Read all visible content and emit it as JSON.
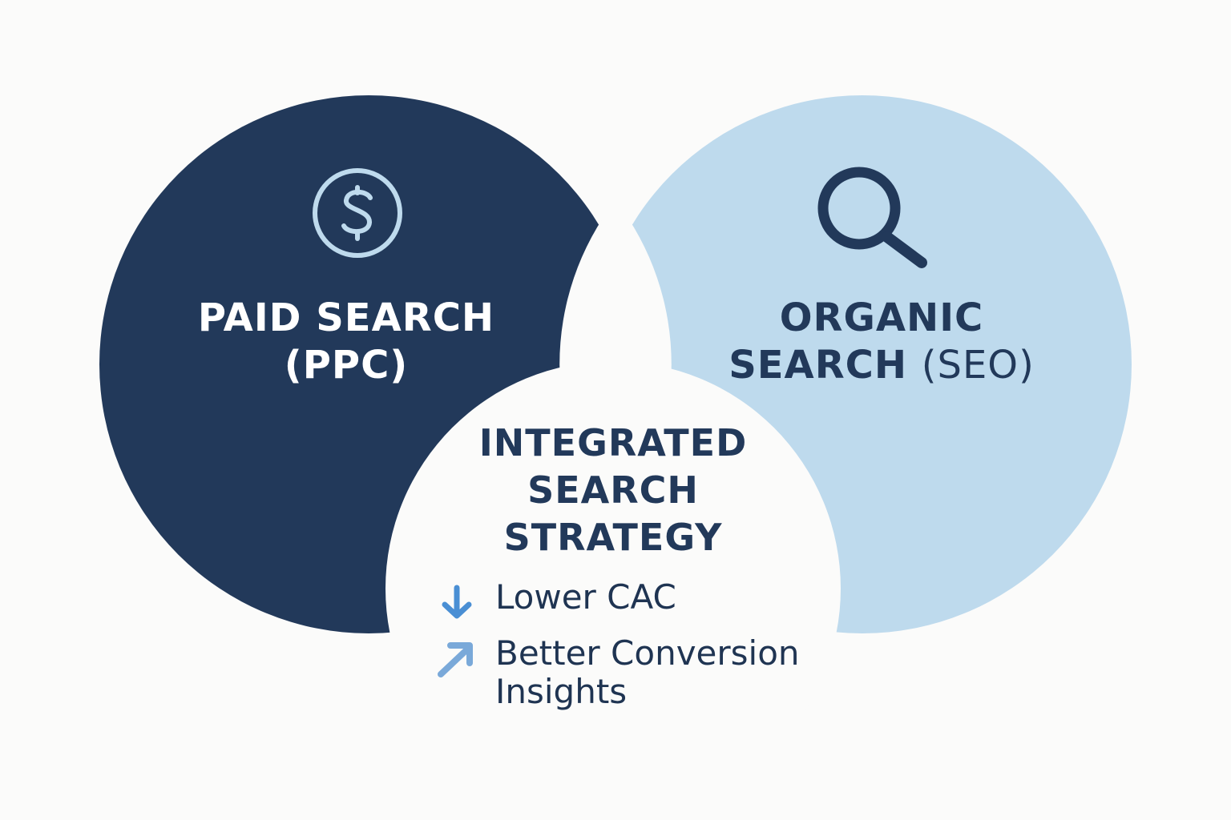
{
  "diagram": {
    "type": "venn",
    "background_color": "#fbfbfa",
    "left_circle": {
      "title_line1": "PAID SEARCH",
      "title_line2": "(PPC)",
      "icon": "dollar-circle-icon",
      "fill_color": "#22395a",
      "text_color": "#ffffff",
      "icon_color": "#bedaed"
    },
    "right_circle": {
      "title_line1": "ORGANIC",
      "title_line2_bold": "SEARCH",
      "title_line2_paren": "(SEO)",
      "icon": "magnifying-glass-icon",
      "fill_color": "#bedaed",
      "text_color": "#22395a",
      "icon_color": "#22395a"
    },
    "overlap": {
      "title_line1": "INTEGRATED",
      "title_line2": "SEARCH",
      "title_line3": "STRATEGY",
      "fill_color": "#fbfbfa",
      "text_color": "#22395a",
      "benefits": [
        {
          "icon": "arrow-down-icon",
          "icon_color": "#4a8fd4",
          "text": "Lower CAC"
        },
        {
          "icon": "arrow-up-right-icon",
          "icon_color": "#7aa9d9",
          "text_line1": "Better Conversion",
          "text_line2": "Insights"
        }
      ]
    }
  }
}
